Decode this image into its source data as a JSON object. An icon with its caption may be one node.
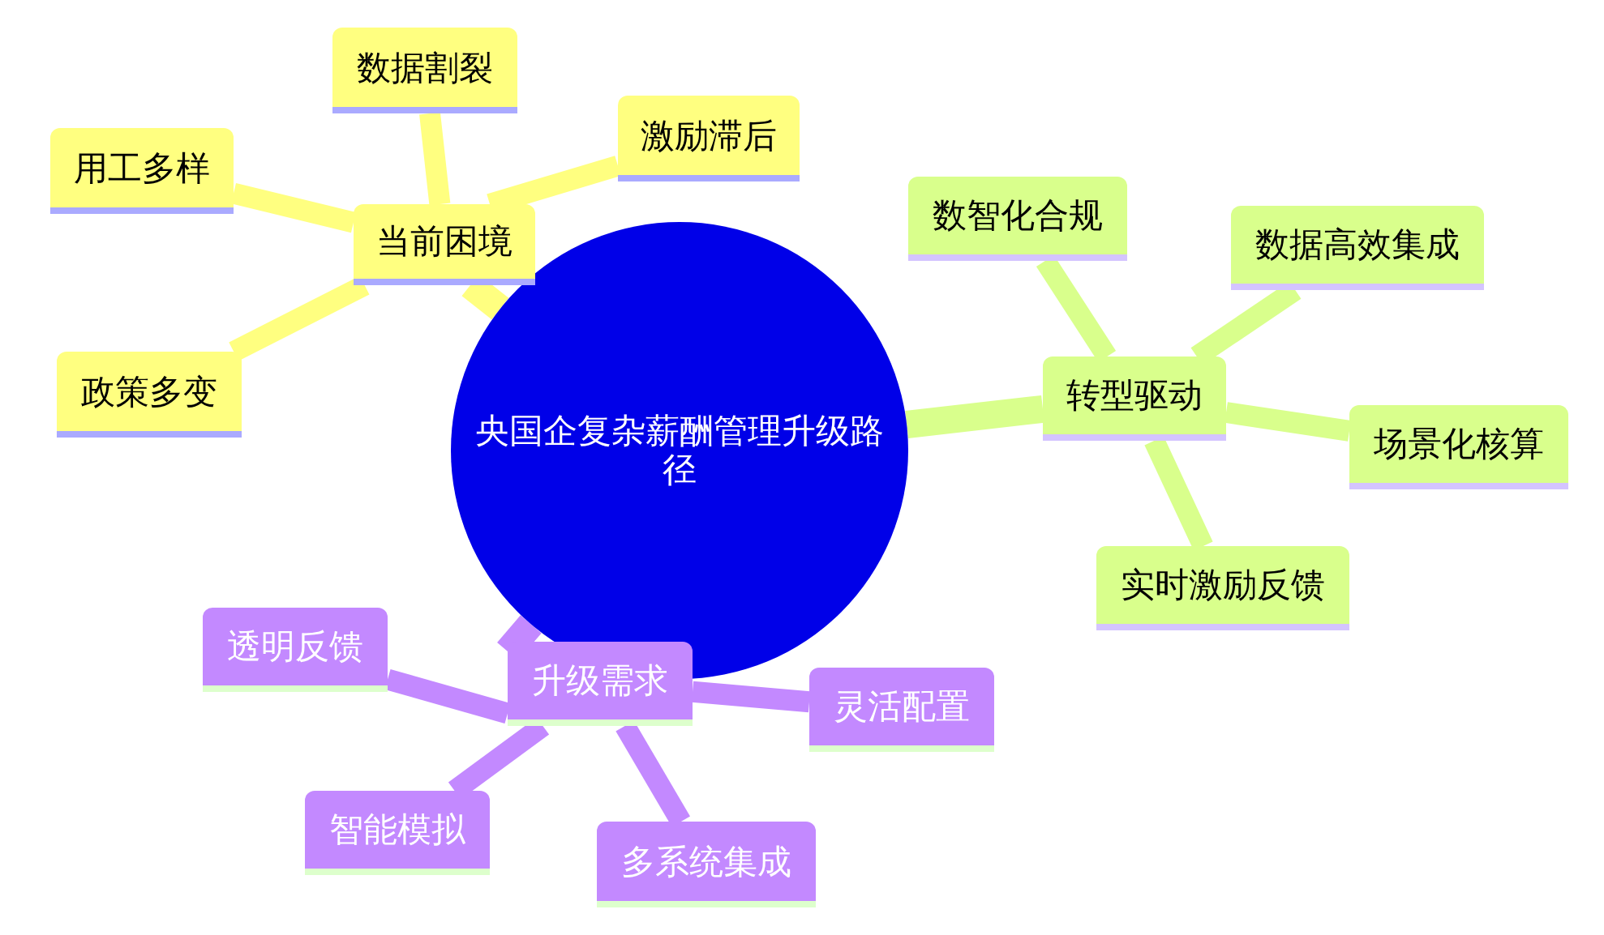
{
  "diagram": {
    "nodes": [
      {
        "text": [
          "央国企复杂薪酬管理升级路径"
        ]
      },
      {
        "text": [
          "当前困境"
        ]
      },
      {
        "text": [
          "数据割裂"
        ]
      },
      {
        "text": [
          "用工多样"
        ]
      },
      {
        "text": [
          "激励滞后"
        ]
      },
      {
        "text": [
          "政策多变"
        ]
      },
      {
        "text": [
          "转型驱动"
        ]
      },
      {
        "text": [
          "数智化合规"
        ]
      },
      {
        "text": [
          "数据高效集成"
        ]
      },
      {
        "text": [
          "场景化核算"
        ]
      },
      {
        "text": [
          "实时激励反馈"
        ]
      },
      {
        "text": [
          "升级需求"
        ]
      },
      {
        "text": [
          "透明反馈"
        ]
      },
      {
        "text": [
          "灵活配置"
        ]
      },
      {
        "text": [
          "智能模拟"
        ]
      },
      {
        "text": [
          "多系统集成"
        ]
      }
    ],
    "edges": [
      {
        "from": 0,
        "to": 1,
        "arrow": "none",
        "color": "#ffff80"
      },
      {
        "from": 1,
        "to": 2,
        "arrow": "none",
        "color": "#ffff80"
      },
      {
        "from": 1,
        "to": 3,
        "arrow": "none",
        "color": "#ffff80"
      },
      {
        "from": 1,
        "to": 4,
        "arrow": "none",
        "color": "#ffff80"
      },
      {
        "from": 1,
        "to": 5,
        "arrow": "none",
        "color": "#ffff80"
      },
      {
        "from": 0,
        "to": 6,
        "arrow": "none",
        "color": "#d9ff8c"
      },
      {
        "from": 6,
        "to": 7,
        "arrow": "none",
        "color": "#d9ff8c"
      },
      {
        "from": 6,
        "to": 8,
        "arrow": "none",
        "color": "#d9ff8c"
      },
      {
        "from": 6,
        "to": 9,
        "arrow": "none",
        "color": "#d9ff8c"
      },
      {
        "from": 6,
        "to": 10,
        "arrow": "none",
        "color": "#d9ff8c"
      },
      {
        "from": 0,
        "to": 11,
        "arrow": "none",
        "color": "#c389ff"
      },
      {
        "from": 11,
        "to": 12,
        "arrow": "none",
        "color": "#c389ff"
      },
      {
        "from": 11,
        "to": 13,
        "arrow": "none",
        "color": "#c389ff"
      },
      {
        "from": 11,
        "to": 14,
        "arrow": "none",
        "color": "#c389ff"
      },
      {
        "from": 11,
        "to": 15,
        "arrow": "none",
        "color": "#c389ff"
      }
    ]
  }
}
